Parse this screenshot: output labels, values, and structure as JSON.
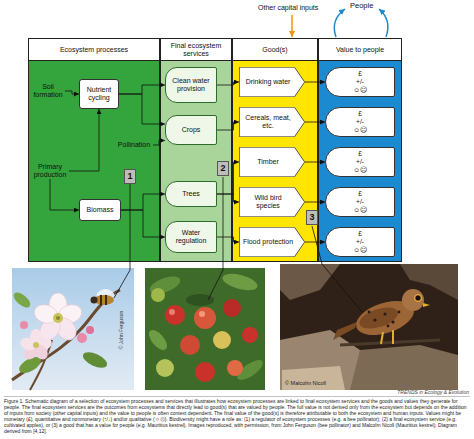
{
  "diagram": {
    "caption": "Figure 1. Schematic diagram of a selection of ecosystem processes and services that illustrates how ecosystem processes are linked to final ecosystem services and the goods and values they generate for people. The final ecosystem services are the outcomes from ecosystems that directly lead to good(s) that are valued by people. The full value is not derived only from the ecosystem but depends on the addition of inputs from society (other capital inputs) and the value to people is often context dependent. The final value of the good(s) is therefore attributable to both the ecosystem and human inputs. Values might be monetary (£), quantitative and nonmonetary (↑/↓) and/or qualitative (☺☹). Biodiversity might have a role as: (1) a regulator of ecosystem processes (e.g. a bee pollinator); (2) a final ecosystem service (e.g. cultivated apples), or (3) a good that has a value for people (e.g. Mauritius kestrel). Images reproduced, with permission, from John Ferguson (bee pollinator) and Malcolm Nicoll (Mauritius kestrel). Diagram derived from [4,12].",
    "nodes": [
      {
        "text": [
          "Ecosystem processes"
        ]
      },
      {
        "text": [
          "Soil formation"
        ],
        "in": 0
      },
      {
        "text": [
          "Nutrient cycling"
        ],
        "in": 0
      },
      {
        "text": [
          "Primary production"
        ],
        "in": 0
      },
      {
        "text": [
          "Biomass"
        ],
        "in": 0
      },
      {
        "text": [
          "Pollination"
        ],
        "in": 0
      },
      {
        "text": [
          "Final ecosystem services"
        ]
      },
      {
        "text": [
          "Clean water provision"
        ],
        "in": 6
      },
      {
        "text": [
          "Crops"
        ],
        "in": 6
      },
      {
        "text": [
          "Trees"
        ],
        "in": 6
      },
      {
        "text": [
          "Water regulation"
        ],
        "in": 6
      },
      {
        "text": [
          "Good(s)"
        ]
      },
      {
        "text": [
          "Drinking water"
        ],
        "in": 11
      },
      {
        "text": [
          "Cereals, meat, etc."
        ],
        "in": 11
      },
      {
        "text": [
          "Timber"
        ],
        "in": 11
      },
      {
        "text": [
          "Wild bird species"
        ],
        "in": 11
      },
      {
        "text": [
          "Flood protection"
        ],
        "in": 11
      },
      {
        "text": [
          "Value to people"
        ]
      },
      {
        "text": [
          "£",
          "+/-",
          "☺☹"
        ],
        "in": 17
      },
      {
        "text": [
          "£",
          "+/-",
          "☺☹"
        ],
        "in": 17
      },
      {
        "text": [
          "£",
          "+/-",
          "☺☹"
        ],
        "in": 17
      },
      {
        "text": [
          "£",
          "+/-",
          "☺☹"
        ],
        "in": 17
      },
      {
        "text": [
          "£",
          "+/-",
          "☺☹"
        ],
        "in": 17
      }
    ],
    "edges": [
      {
        "from": 1,
        "to": 2,
        "arrow": "to"
      },
      {
        "from": 3,
        "to": 4,
        "arrow": "to"
      },
      {
        "from": 3,
        "to": 2,
        "arrow": "to"
      },
      {
        "from": 2,
        "to": 7,
        "arrow": "to"
      },
      {
        "from": 2,
        "to": 8,
        "arrow": "to"
      },
      {
        "from": 5,
        "to": 8,
        "arrow": "to"
      },
      {
        "from": 4,
        "to": 9,
        "arrow": "to"
      },
      {
        "from": 4,
        "to": 10,
        "arrow": "to"
      },
      {
        "from": 7,
        "to": 12,
        "arrow": "to"
      },
      {
        "from": 8,
        "to": 13,
        "arrow": "to"
      },
      {
        "from": 9,
        "to": 14,
        "arrow": "to"
      },
      {
        "from": 9,
        "to": 15,
        "arrow": "to"
      },
      {
        "from": 10,
        "to": 16,
        "arrow": "to"
      },
      {
        "from": 12,
        "to": 18,
        "arrow": "to"
      },
      {
        "from": 13,
        "to": 19,
        "arrow": "to"
      },
      {
        "from": 14,
        "to": 20,
        "arrow": "to"
      },
      {
        "from": 15,
        "to": 21,
        "arrow": "to"
      },
      {
        "from": 16,
        "to": 22,
        "arrow": "to"
      }
    ],
    "labels": [
      "Other capital inputs",
      "People",
      "1",
      "2",
      "3",
      "© John Ferguson",
      "© Malcolm Nicoll",
      "TRENDS in Ecology & Evolution"
    ]
  }
}
